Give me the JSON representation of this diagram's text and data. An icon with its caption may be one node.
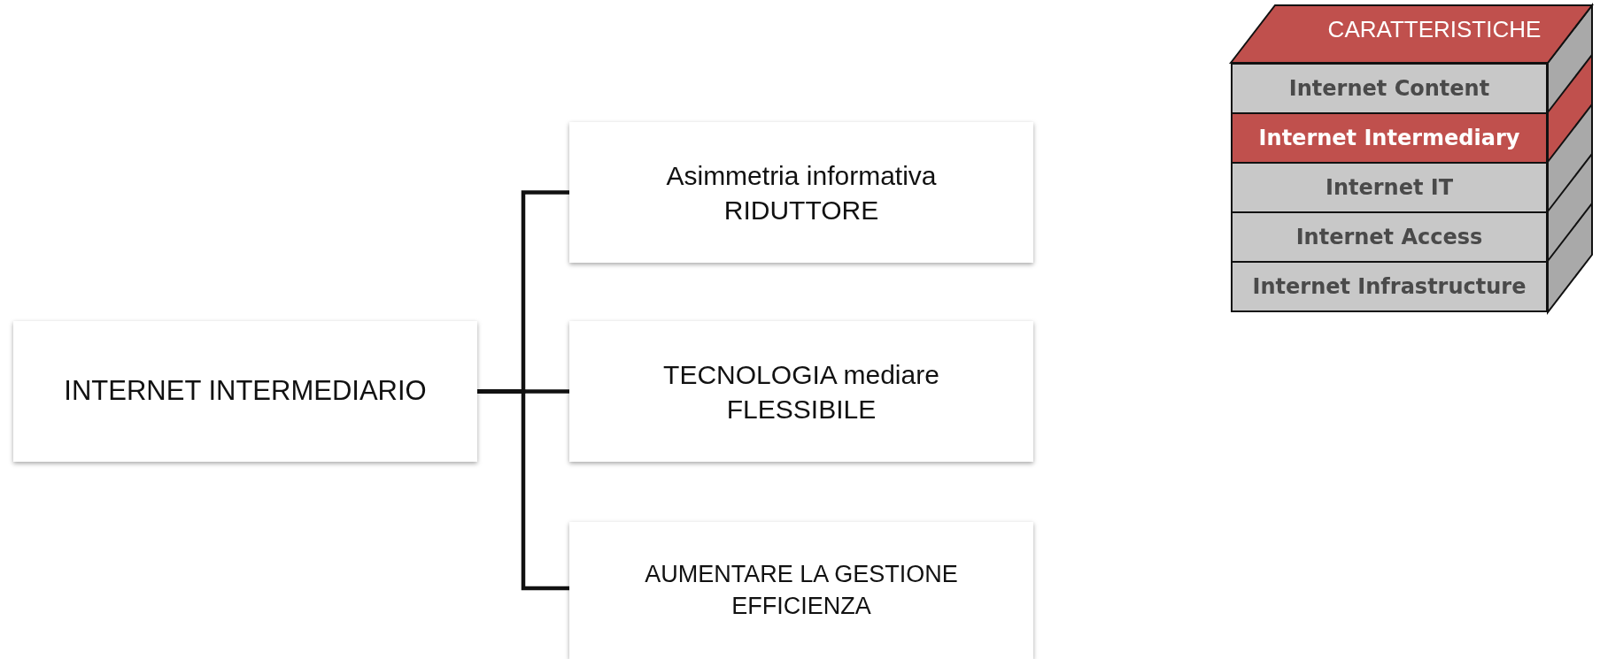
{
  "diagram": {
    "nodes": [
      {
        "text": [
          "INTERNET INTERMEDIARIO"
        ]
      },
      {
        "text": [
          "Asimmetria informativa RIDUTTORE"
        ]
      },
      {
        "text": [
          "TECNOLOGIA mediare FLESSIBILE"
        ]
      },
      {
        "text": [
          "AUMENTARE LA GESTIONE EFFICIENZA"
        ]
      },
      {
        "text": [
          "CARATTERISTICHE"
        ]
      },
      {
        "text": [
          "Internet Content"
        ]
      },
      {
        "text": [
          "Internet Intermediary"
        ]
      },
      {
        "text": [
          "Internet IT"
        ]
      },
      {
        "text": [
          "Internet Access"
        ]
      },
      {
        "text": [
          "Internet Infrastructure"
        ]
      }
    ],
    "edges": [
      {
        "from": 0,
        "to": 1,
        "arrow": "none"
      },
      {
        "from": 0,
        "to": 2,
        "arrow": "none"
      },
      {
        "from": 0,
        "to": 3,
        "arrow": "none"
      }
    ]
  }
}
